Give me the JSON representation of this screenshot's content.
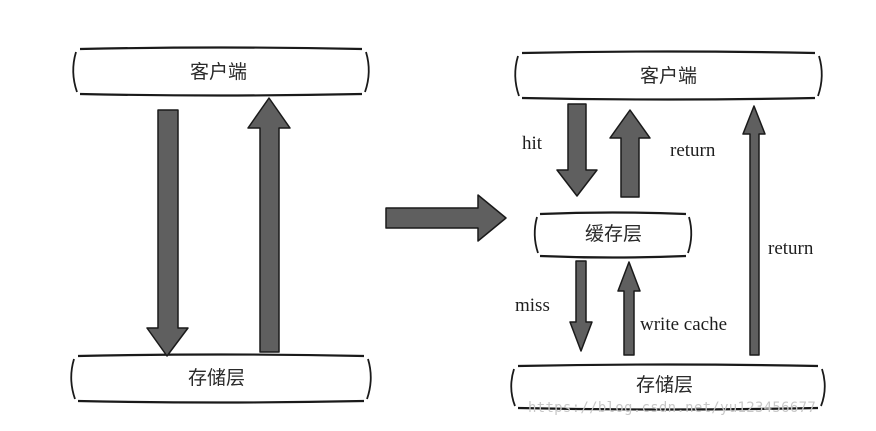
{
  "left": {
    "top_box": "客户端",
    "bottom_box": "存储层"
  },
  "right": {
    "top_box": "客户端",
    "cache_box": "缓存层",
    "bottom_box": "存储层",
    "labels": {
      "hit": "hit",
      "return_cache": "return",
      "return_direct": "return",
      "miss": "miss",
      "write_cache": "write cache"
    }
  },
  "watermark": "https://blog.csdn.net/yu123456677",
  "colors": {
    "arrow_fill": "#5f5f5f",
    "arrow_stroke": "#1a1a1a",
    "box_stroke": "#1a1a1a"
  }
}
